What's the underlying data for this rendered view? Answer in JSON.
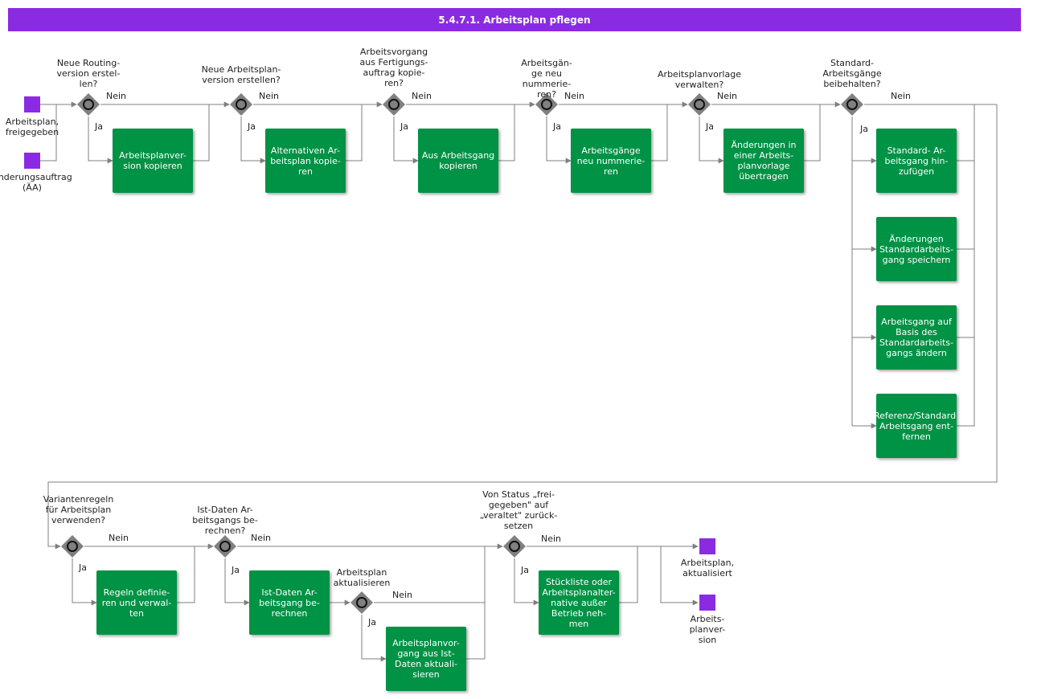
{
  "title": "5.4.7.1. Arbeitsplan pflegen",
  "events": [
    {
      "id": "ev-start-1",
      "label": "Arbeitsplan,\nfreigegeben"
    },
    {
      "id": "ev-start-2",
      "label": "Änderungsauftrag\n(ÄA)"
    },
    {
      "id": "ev-end-1",
      "label": "Arbeitsplan,\naktualisiert"
    },
    {
      "id": "ev-end-2",
      "label": "Arbeits-\nplanver-\nsion"
    }
  ],
  "gateways": [
    {
      "id": "gw-1",
      "label": "Neue Routing-\nversion erstel-\nlen?"
    },
    {
      "id": "gw-2",
      "label": "Neue Arbeitsplan-\nversion erstellen?"
    },
    {
      "id": "gw-3",
      "label": "Arbeitsvorgang\naus Fertigungs-\nauftrag kopie-\nren?"
    },
    {
      "id": "gw-4",
      "label": "Arbeitsgän-\nge neu\nnummerie-\nren?"
    },
    {
      "id": "gw-5",
      "label": "Arbeitsplanvorlage\nverwalten?"
    },
    {
      "id": "gw-6",
      "label": "Standard-\nArbeitsgänge\nbeibehalten?"
    },
    {
      "id": "gw-7",
      "label": "Variantenregeln\nfür Arbeitsplan\nverwenden?"
    },
    {
      "id": "gw-8",
      "label": "Ist-Daten Ar-\nbeitsgangs be-\nrechnen?"
    },
    {
      "id": "gw-9",
      "label": "Arbeitsplan\naktualisieren"
    },
    {
      "id": "gw-10",
      "label": "Von Status „frei-\ngegeben\" auf\n„veraltet\" zurück-\nsetzen"
    }
  ],
  "tasks": [
    {
      "id": "t-1",
      "label": "Arbeitsplanver-\nsion kopieren"
    },
    {
      "id": "t-2",
      "label": "Alternativen Ar-\nbeitsplan kopie-\nren"
    },
    {
      "id": "t-3",
      "label": "Aus Arbeitsgang\nkopieren"
    },
    {
      "id": "t-4",
      "label": "Arbeitsgänge\nneu nummerie-\nren"
    },
    {
      "id": "t-5",
      "label": "Änderungen in\neiner Arbeits-\nplanvorlage\nübertragen"
    },
    {
      "id": "t-6",
      "label": "Standard- Ar-\nbeitsgang hin-\nzufügen"
    },
    {
      "id": "t-7",
      "label": "Änderungen\nStandardarbeits-\ngang speichern"
    },
    {
      "id": "t-8",
      "label": "Arbeitsgang auf\nBasis des\nStandardarbeits-\ngangs ändern"
    },
    {
      "id": "t-9",
      "label": "Referenz/Standard-\nArbeitsgang ent-\nfernen"
    },
    {
      "id": "t-10",
      "label": "Regeln definie-\nren und verwal-\nten"
    },
    {
      "id": "t-11",
      "label": "Ist-Daten Ar-\nbeitsgang be-\nrechnen"
    },
    {
      "id": "t-12",
      "label": "Arbeitsplanvor-\ngang aus Ist-\nDaten aktuali-\nsieren"
    },
    {
      "id": "t-13",
      "label": "Stückliste oder\nArbeitsplanalter-\nnative außer\nBetrieb neh-\nmen"
    }
  ],
  "flow_labels": {
    "yes": "Ja",
    "no": "Nein"
  },
  "colors": {
    "title_bar": "#8a2be2",
    "event": "#8a2be2",
    "task": "#009245",
    "gateway": "#808080",
    "line": "#7f7f7f"
  }
}
